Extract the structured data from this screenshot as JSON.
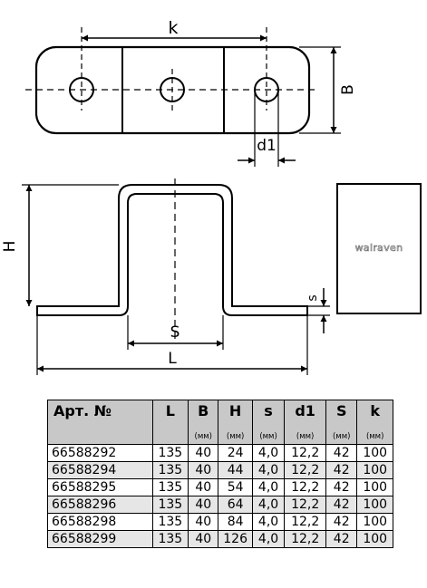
{
  "drawing": {
    "labels": {
      "k": "k",
      "B": "B",
      "d1": "d1",
      "H": "H",
      "S": "S",
      "L": "L",
      "s": "s"
    },
    "logo_text": "walraven"
  },
  "table": {
    "headers": [
      {
        "label": "Арт. №",
        "unit": ""
      },
      {
        "label": "L",
        "unit": ""
      },
      {
        "label": "B",
        "unit": "(мм)"
      },
      {
        "label": "H",
        "unit": "(мм)"
      },
      {
        "label": "s",
        "unit": "(мм)"
      },
      {
        "label": "d1",
        "unit": "(мм)"
      },
      {
        "label": "S",
        "unit": "(мм)"
      },
      {
        "label": "k",
        "unit": "(мм)"
      }
    ],
    "rows": [
      [
        "66588292",
        "135",
        "40",
        "24",
        "4,0",
        "12,2",
        "42",
        "100"
      ],
      [
        "66588294",
        "135",
        "40",
        "44",
        "4,0",
        "12,2",
        "42",
        "100"
      ],
      [
        "66588295",
        "135",
        "40",
        "54",
        "4,0",
        "12,2",
        "42",
        "100"
      ],
      [
        "66588296",
        "135",
        "40",
        "64",
        "4,0",
        "12,2",
        "42",
        "100"
      ],
      [
        "66588298",
        "135",
        "40",
        "84",
        "4,0",
        "12,2",
        "42",
        "100"
      ],
      [
        "66588299",
        "135",
        "40",
        "126",
        "4,0",
        "12,2",
        "42",
        "100"
      ]
    ]
  }
}
